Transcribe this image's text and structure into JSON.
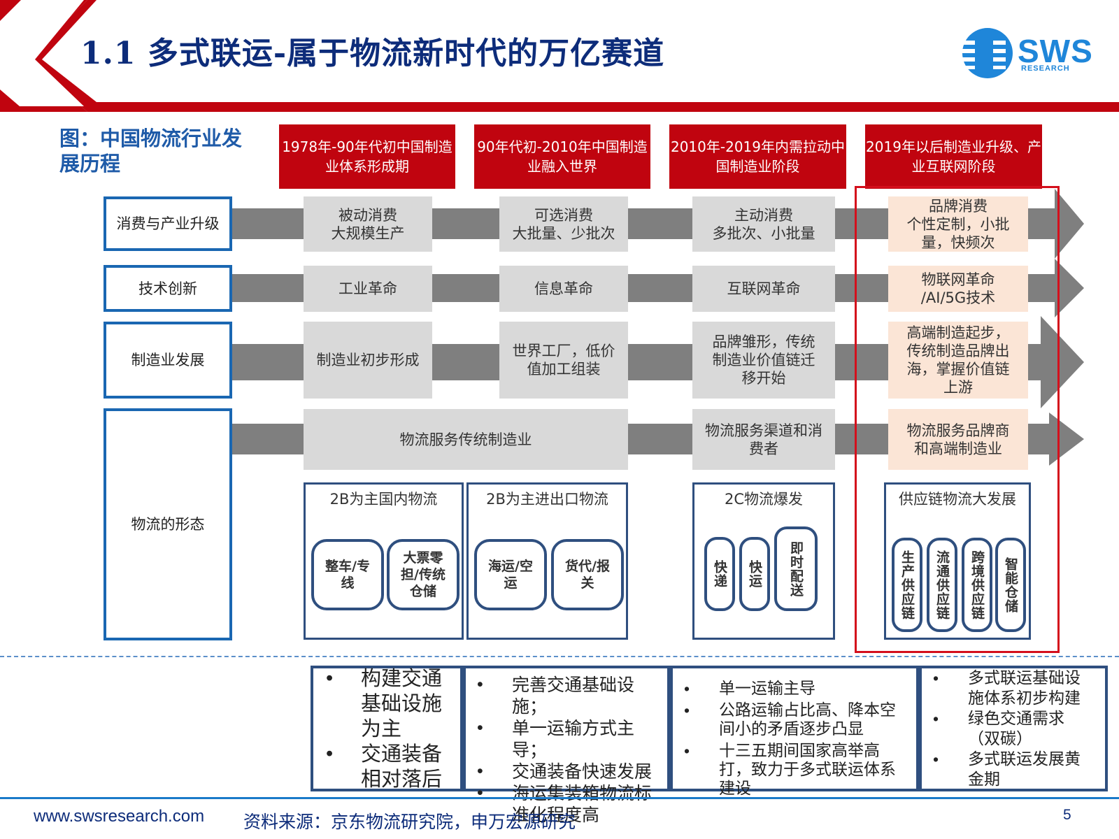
{
  "title": "1.1 多式联运-属于物流新时代的万亿赛道",
  "logo": {
    "name": "SWS",
    "sub": "RESEARCH"
  },
  "figure_caption": "图：中国物流行业发展历程",
  "eras": [
    "1978年-90年代初中国制造业体系形成期",
    "90年代初-2010年中国制造业融入世界",
    "2010年-2019年内需拉动中国制造业阶段",
    "2019年以后制造业升级、产业互联网阶段"
  ],
  "rows": [
    {
      "label": "消费与产业升级",
      "cells": [
        "被动消费\n大规模生产",
        "可选消费\n大批量、少批次",
        "主动消费\n多批次、小批量",
        "品牌消费\n个性定制，小批量，快频次"
      ]
    },
    {
      "label": "技术创新",
      "cells": [
        "工业革命",
        "信息革命",
        "互联网革命",
        "物联网革命\n/AI/5G技术"
      ]
    },
    {
      "label": "制造业发展",
      "cells": [
        "制造业初步形成",
        "世界工厂，低价值加工组装",
        "品牌雏形，传统制造业价值链迁移开始",
        "高端制造起步，传统制造品牌出海，掌握价值链上游"
      ]
    },
    {
      "label": "物流的形态",
      "cells": [
        "物流服务传统制造业",
        "物流服务渠道和消费者",
        "物流服务品牌商和高端制造业"
      ]
    }
  ],
  "logistics_forms": [
    {
      "title": "2B为主国内物流",
      "items": [
        "整车/专线",
        "大票零担/传统仓储"
      ]
    },
    {
      "title": "2B为主进出口物流",
      "items": [
        "海运/空运",
        "货代/报关"
      ]
    },
    {
      "title": "2C物流爆发",
      "items": [
        "快递",
        "快运",
        "即时配送"
      ]
    },
    {
      "title": "供应链物流大发展",
      "items": [
        "生产供应链",
        "流通供应链",
        "跨境供应链",
        "智能仓储"
      ]
    }
  ],
  "transport": [
    {
      "bullets": [
        "构建交通基础设施为主",
        "交通装备相对落后"
      ]
    },
    {
      "bullets": [
        "完善交通基础设施；",
        "单一运输方式主导；",
        "交通装备快速发展",
        "海运集装箱物流标准化程度高"
      ]
    },
    {
      "bullets": [
        "单一运输主导",
        "公路运输占比高、降本空间小的矛盾逐步凸显",
        "十三五期间国家高举高打，致力于多式联运体系建设"
      ]
    },
    {
      "bullets": [
        "多式联运基础设施体系初步构建",
        "绿色交通需求（双碳）",
        "多式联运发展黄金期"
      ]
    }
  ],
  "footer": {
    "website": "www.swsresearch.com",
    "source": "资料来源：京东物流研究院，申万宏源研究",
    "page": "5"
  },
  "colors": {
    "brand_red": "#c0040f",
    "navy": "#0d2c7a",
    "blue_border": "#1a67b2",
    "arrow_gray": "#7f7f7f",
    "cell_gray": "#d9d9d9",
    "highlight": "#fbe5d6"
  }
}
